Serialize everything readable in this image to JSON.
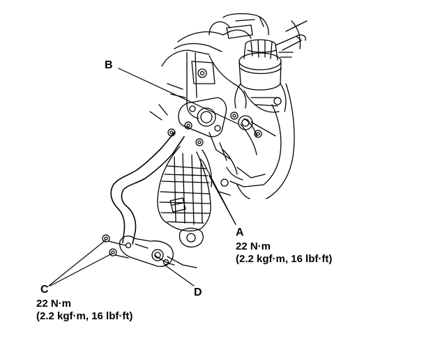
{
  "callouts": {
    "a": {
      "letter": "A",
      "torque": "22 N·m",
      "alt": "(2.2 kgf·m, 16 lbf·ft)"
    },
    "b": {
      "letter": "B"
    },
    "c": {
      "letter": "C",
      "torque": "22 N·m",
      "alt": "(2.2 kgf·m, 16 lbf·ft)"
    },
    "d": {
      "letter": "D"
    }
  },
  "colors": {
    "ink": "#000000",
    "paper": "#ffffff"
  }
}
